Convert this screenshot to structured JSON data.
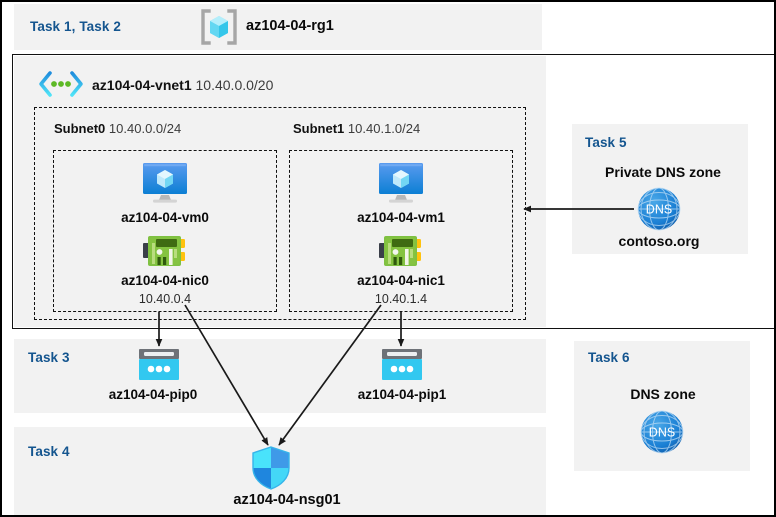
{
  "diagram": {
    "resource_group": {
      "task_label": "Task 1, Task 2",
      "name": "az104-04-rg1",
      "icon": "resource-group-icon"
    },
    "vnet": {
      "name": "az104-04-vnet1",
      "address_space": "10.40.0.0/20",
      "icon": "virtual-network-icon"
    },
    "subnets": [
      {
        "name": "Subnet0",
        "prefix": "10.40.0.0/24",
        "vm": {
          "name": "az104-04-vm0",
          "icon": "virtual-machine-icon"
        },
        "nic": {
          "name": "az104-04-nic0",
          "ip": "10.40.0.4",
          "icon": "network-interface-icon"
        }
      },
      {
        "name": "Subnet1",
        "prefix": "10.40.1.0/24",
        "vm": {
          "name": "az104-04-vm1",
          "icon": "virtual-machine-icon"
        },
        "nic": {
          "name": "az104-04-nic1",
          "ip": "10.40.1.4",
          "icon": "network-interface-icon"
        }
      }
    ],
    "task3": {
      "task_label": "Task 3",
      "pip0": {
        "name": "az104-04-pip0",
        "icon": "public-ip-address-icon"
      },
      "pip1": {
        "name": "az104-04-pip1",
        "icon": "public-ip-address-icon"
      }
    },
    "task4": {
      "task_label": "Task 4",
      "nsg": {
        "name": "az104-04-nsg01",
        "icon": "network-security-group-icon"
      }
    },
    "task5": {
      "task_label": "Task 5",
      "title": "Private DNS zone",
      "zone_name": "contoso.org",
      "icon": "dns-zone-icon",
      "icon_text": "DNS"
    },
    "task6": {
      "task_label": "Task 6",
      "title": "DNS zone",
      "icon": "dns-zone-icon",
      "icon_text": "DNS"
    },
    "colors": {
      "panel_bg": "#f2f2f2",
      "task_text": "#14558f",
      "accent_cyan": "#32c8f0",
      "accent_blue": "#1b8ce0",
      "nic_green": "#78b843",
      "border": "#111111"
    }
  }
}
